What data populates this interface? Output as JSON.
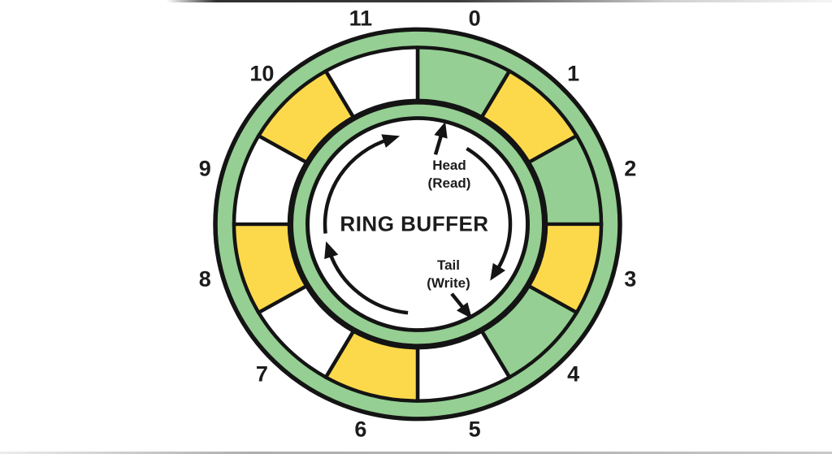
{
  "title": "RING BUFFER",
  "direction": "clockwise",
  "colors": {
    "ring_green": "#95cf93",
    "segment_green": "#95cf93",
    "segment_yellow": "#fcd94b",
    "segment_empty": "#ffffff",
    "outline": "#141414",
    "text": "#1c1c1c",
    "background": "#ffffff"
  },
  "pointers": {
    "head": {
      "label": "Head",
      "sublabel": "(Read)",
      "points_to_slot": "0"
    },
    "tail": {
      "label": "Tail",
      "sublabel": "(Write)",
      "points_to_slot": "5"
    }
  },
  "slots": [
    {
      "label": "0",
      "fill": "green"
    },
    {
      "label": "1",
      "fill": "yellow"
    },
    {
      "label": "2",
      "fill": "green"
    },
    {
      "label": "3",
      "fill": "yellow"
    },
    {
      "label": "4",
      "fill": "green"
    },
    {
      "label": "5",
      "fill": "empty"
    },
    {
      "label": "6",
      "fill": "yellow"
    },
    {
      "label": "7",
      "fill": "empty"
    },
    {
      "label": "8",
      "fill": "yellow"
    },
    {
      "label": "9",
      "fill": "empty"
    },
    {
      "label": "10",
      "fill": "yellow"
    },
    {
      "label": "11",
      "fill": "empty"
    }
  ]
}
